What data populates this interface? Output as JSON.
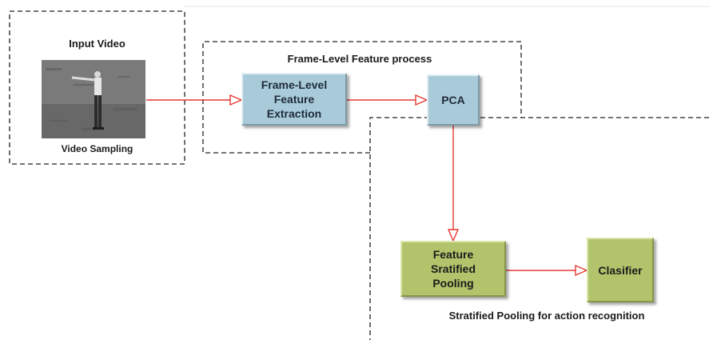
{
  "input": {
    "title": "Input Video",
    "caption": "Video Sampling",
    "image_icon": "person-pointing-grayscale-frame"
  },
  "frame_group": {
    "title": "Frame-Level Feature process",
    "extraction_label": "Frame-Level Feature Extraction",
    "pca_label": "PCA"
  },
  "pooling_group": {
    "title": "Stratified Pooling for action recognition",
    "pooling_label": "Feature Sratified Pooling",
    "classifier_label": "Clasifier"
  },
  "colors": {
    "blue_box": "#a9cbd9",
    "green_box": "#b2c46b",
    "arrow": "#e53935",
    "dashed_border": "#222222"
  }
}
